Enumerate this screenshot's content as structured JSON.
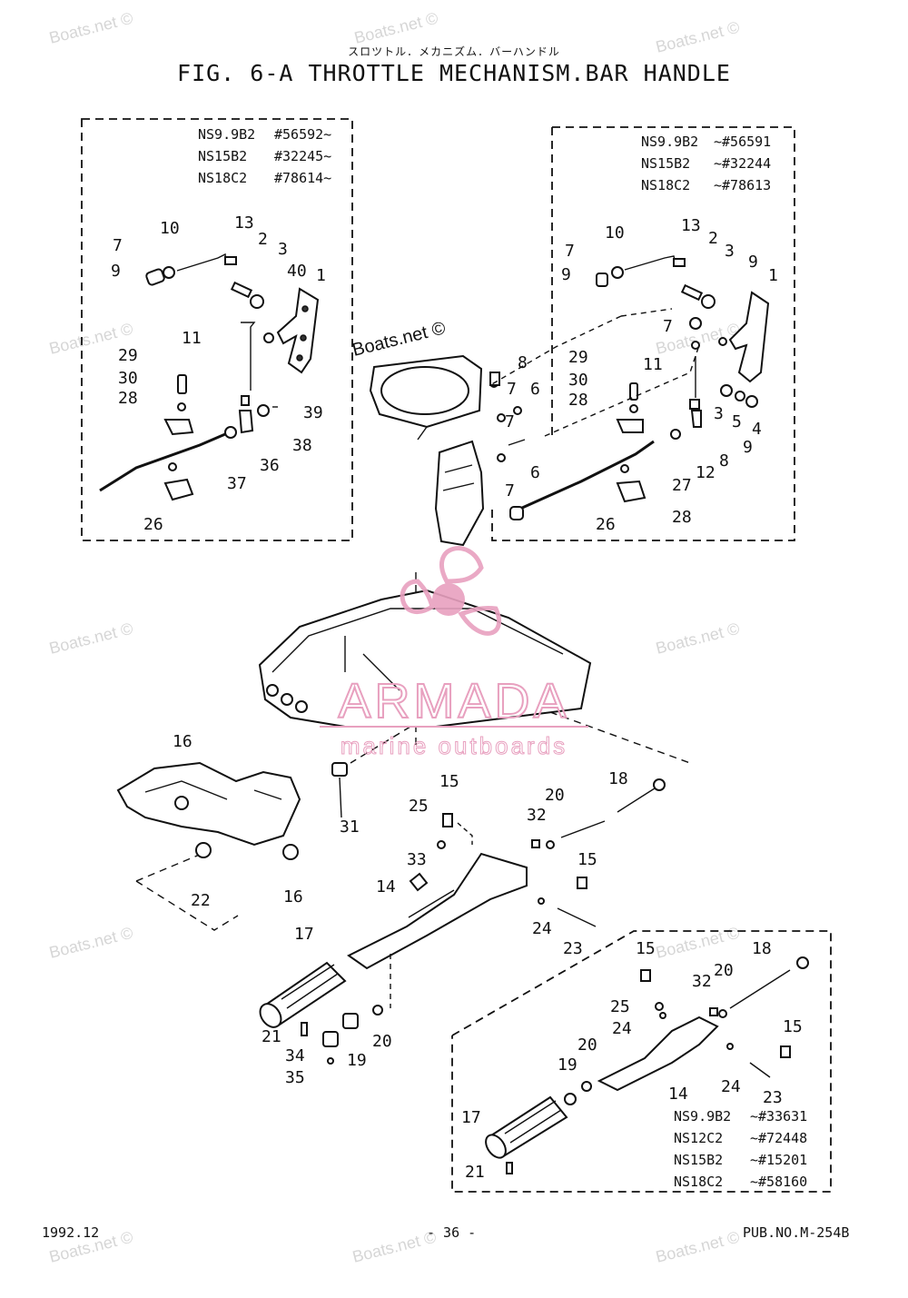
{
  "header": {
    "subtitle": "スロツトル．メカニズム．バーハンドル",
    "title": "FIG.  6-A THROTTLE MECHANISM.BAR HANDLE"
  },
  "boxes": {
    "top_left_models": [
      {
        "model": "NS9.9B2",
        "serial": "#56592~"
      },
      {
        "model": "NS15B2",
        "serial": "#32245~"
      },
      {
        "model": "NS18C2",
        "serial": "#78614~"
      }
    ],
    "top_right_models": [
      {
        "model": "NS9.9B2",
        "serial": "~#56591"
      },
      {
        "model": "NS15B2",
        "serial": "~#32244"
      },
      {
        "model": "NS18C2",
        "serial": "~#78613"
      }
    ],
    "bottom_right_models": [
      {
        "model": "NS9.9B2",
        "serial": "~#33631"
      },
      {
        "model": "NS12C2",
        "serial": "~#72448"
      },
      {
        "model": "NS15B2",
        "serial": "~#15201"
      },
      {
        "model": "NS18C2",
        "serial": "~#58160"
      }
    ]
  },
  "callouts": {
    "tl": [
      "10",
      "13",
      "2",
      "3",
      "7",
      "9",
      "40",
      "1",
      "11",
      "29",
      "30",
      "28",
      "39",
      "38",
      "37",
      "36",
      "26"
    ],
    "tr": [
      "10",
      "13",
      "2",
      "3",
      "9",
      "7",
      "9",
      "1",
      "7",
      "29",
      "11",
      "30",
      "28",
      "8",
      "7",
      "6",
      "7",
      "6",
      "7",
      "3",
      "5",
      "4",
      "9",
      "12",
      "8",
      "27",
      "26",
      "28"
    ],
    "main": [
      "16",
      "31",
      "16",
      "22",
      "15",
      "20",
      "18",
      "25",
      "32",
      "33",
      "15",
      "14",
      "24",
      "23",
      "17",
      "21",
      "20",
      "34",
      "19",
      "35"
    ],
    "br": [
      "15",
      "32",
      "20",
      "18",
      "25",
      "24",
      "15",
      "20",
      "19",
      "14",
      "24",
      "23",
      "17",
      "21"
    ]
  },
  "watermarks": {
    "site": "Boats.net ©",
    "brand": "ARMADA",
    "brand_sub": "marine outboards",
    "brand_color": "#e8a0bf"
  },
  "footer": {
    "date": "1992.12",
    "page": "- 36 -",
    "pub": "PUB.NO.M-254B"
  }
}
